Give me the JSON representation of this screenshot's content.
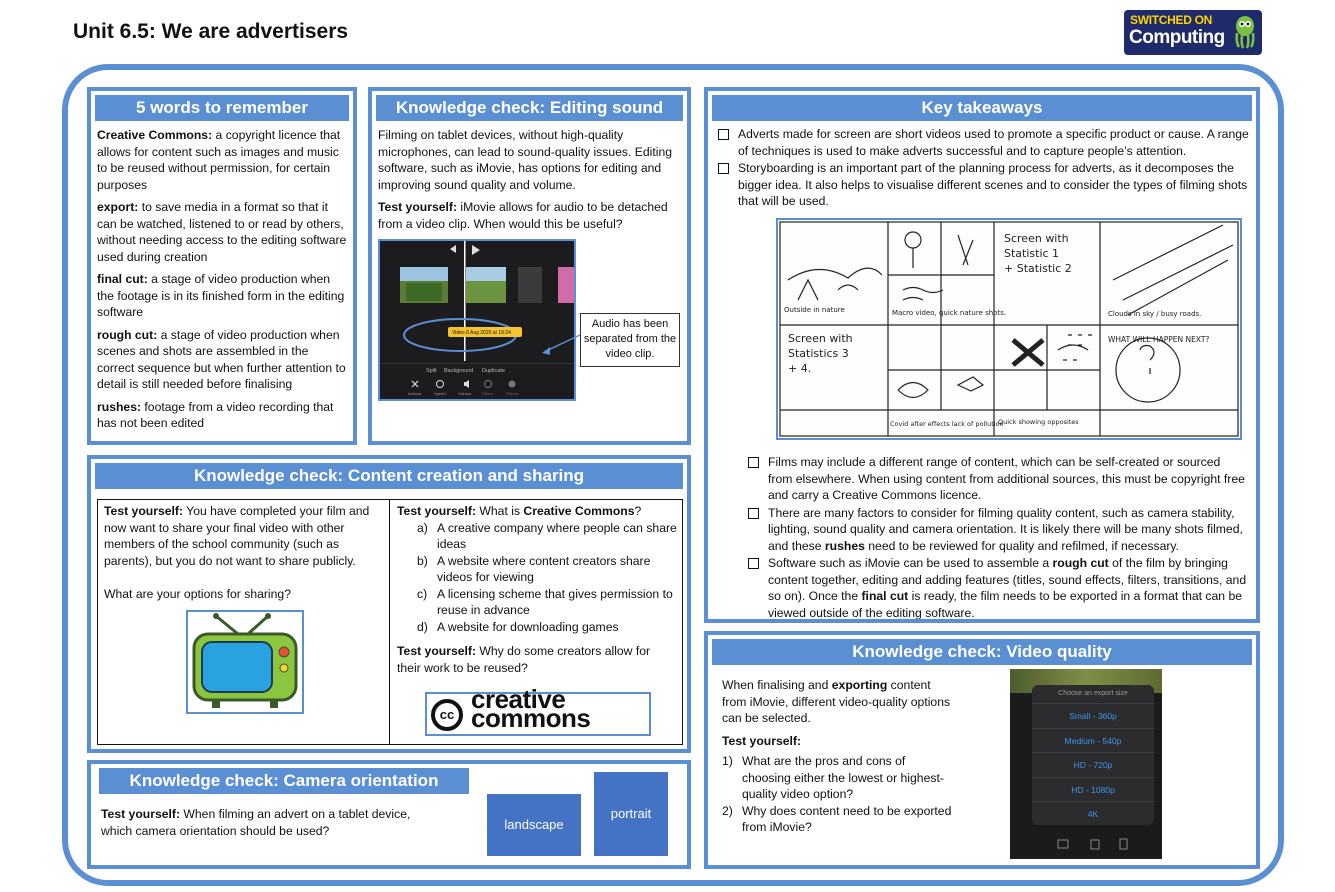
{
  "title": "Unit 6.5: We are advertisers",
  "logo": {
    "line1": "SWITCHED ON",
    "line2": "Computing"
  },
  "words": {
    "heading": "5 words to remember",
    "items": [
      {
        "term": "Creative Commons:",
        "def": " a copyright licence that allows for content such as images and music to be reused without permission, for certain purposes"
      },
      {
        "term": "export:",
        "def": " to save media in a format so that it can be watched, listened to or read by others, without needing access to the editing software used during creation"
      },
      {
        "term": "final cut:",
        "def": " a stage of video production when the footage is in its finished form in the editing software"
      },
      {
        "term": "rough cut:",
        "def": " a stage of video production when scenes and shots are assembled in the correct sequence but when further attention to detail is still needed before finalising"
      },
      {
        "term": "rushes:",
        "def": " footage from a video recording that has not been edited"
      }
    ]
  },
  "sound": {
    "heading": "Knowledge check: Editing sound",
    "intro": "Filming on tablet devices, without high-quality microphones, can lead to sound-quality issues. Editing software, such as iMovie, has options for editing and improving sound quality and volume.",
    "test_label": "Test yourself:",
    "test_text": " iMovie allows for audio to be detached from a video clip. When would this be useful?",
    "callout": "Audio has been separated from the video clip.",
    "clip_label": "Video 8 Aug 2020 at 19:24",
    "toolbar": [
      "Split",
      "Background",
      "Duplicate"
    ],
    "icons": [
      "Actions",
      "Speed",
      "Volume",
      "Filters",
      "Effects"
    ]
  },
  "key": {
    "heading": "Key takeaways",
    "items_top": [
      "Adverts made for screen are short videos used to promote a specific product or cause. A range of techniques is used to make adverts successful and to capture people’s attention.",
      "Storyboarding is an important part of the planning process for adverts, as it decomposes the bigger idea. It also helps to visualise different scenes and to consider the types of filming shots that will be used."
    ],
    "storyboard": {
      "screen1": "Screen with Statistic 1 + Statistic 2",
      "screen2": "Screen with Statistics 3 + 4.",
      "cap_outside": "Outside in nature",
      "cap_macro": "Macro video, quick nature shots.",
      "cap_clouds": "Clouds in sky / busy roads.",
      "cap_covid": "Covid after effects lack of pollution",
      "cap_quick": "Quick showing opposites",
      "cap_what": "WHAT WILL HAPPEN NEXT?"
    },
    "item3": "Films may include a different range of content, which can be self-created or sourced from elsewhere. When using content from additional sources, this must be copyright free and carry a Creative Commons licence.",
    "item4_a": "There are many factors to consider for filming quality content, such as camera stability, lighting, sound quality and camera orientation. It is likely there will be many shots filmed, and these ",
    "item4_b": "rushes",
    "item4_c": " need to be reviewed for quality and refilmed, if necessary.",
    "item5_a": "Software such as iMovie can be used to assemble a ",
    "item5_b": "rough cut",
    "item5_c": " of the film by bringing content together, editing and adding features (titles, sound effects, filters, transitions, and so on). Once the ",
    "item5_d": "final cut",
    "item5_e": " is ready, the film needs to be exported in a format that can be viewed outside of the editing software."
  },
  "content": {
    "heading": "Knowledge check: Content creation and sharing",
    "left_label": "Test yourself:",
    "left_text": " You have completed your film and now want to share your final video with other members of the school community (such as parents), but you do not want to share publicly.",
    "left_q": "What are your options for sharing?",
    "right_label": "Test yourself:",
    "right_q_a": " What is ",
    "right_q_b": "Creative Commons",
    "right_q_c": "?",
    "options": [
      {
        "letter": "a)",
        "text": "A creative company where people can share ideas"
      },
      {
        "letter": "b)",
        "text": "A website where content creators share videos for viewing"
      },
      {
        "letter": "c)",
        "text": "A licensing scheme that gives permission to reuse in advance"
      },
      {
        "letter": "d)",
        "text": "A website for downloading games"
      }
    ],
    "right2_label": "Test yourself:",
    "right2_text": " Why do some creators allow for their work to be reused?",
    "cc_logo": {
      "mark": "cc",
      "line1": "creative",
      "line2": "commons"
    }
  },
  "camera": {
    "heading": "Knowledge check: Camera orientation",
    "test_label": "Test yourself:",
    "test_text": " When filming an advert on a tablet device, which camera orientation should be used?",
    "landscape": "landscape",
    "portrait": "portrait"
  },
  "video": {
    "heading": "Knowledge check: Video quality",
    "intro_a": "When finalising and ",
    "intro_b": "exporting",
    "intro_c": " content from iMovie, different video-quality options can be selected.",
    "test_label": "Test yourself:",
    "questions": [
      {
        "num": "1)",
        "text": "What are the pros and cons of choosing either the lowest or highest-quality video option?"
      },
      {
        "num": "2)",
        "text": "Why does content need to be exported from iMovie?"
      }
    ],
    "menu_head": "Choose an export size",
    "options": [
      "Small - 360p",
      "Medium - 540p",
      "HD - 720p",
      "HD - 1080p",
      "4K"
    ]
  }
}
